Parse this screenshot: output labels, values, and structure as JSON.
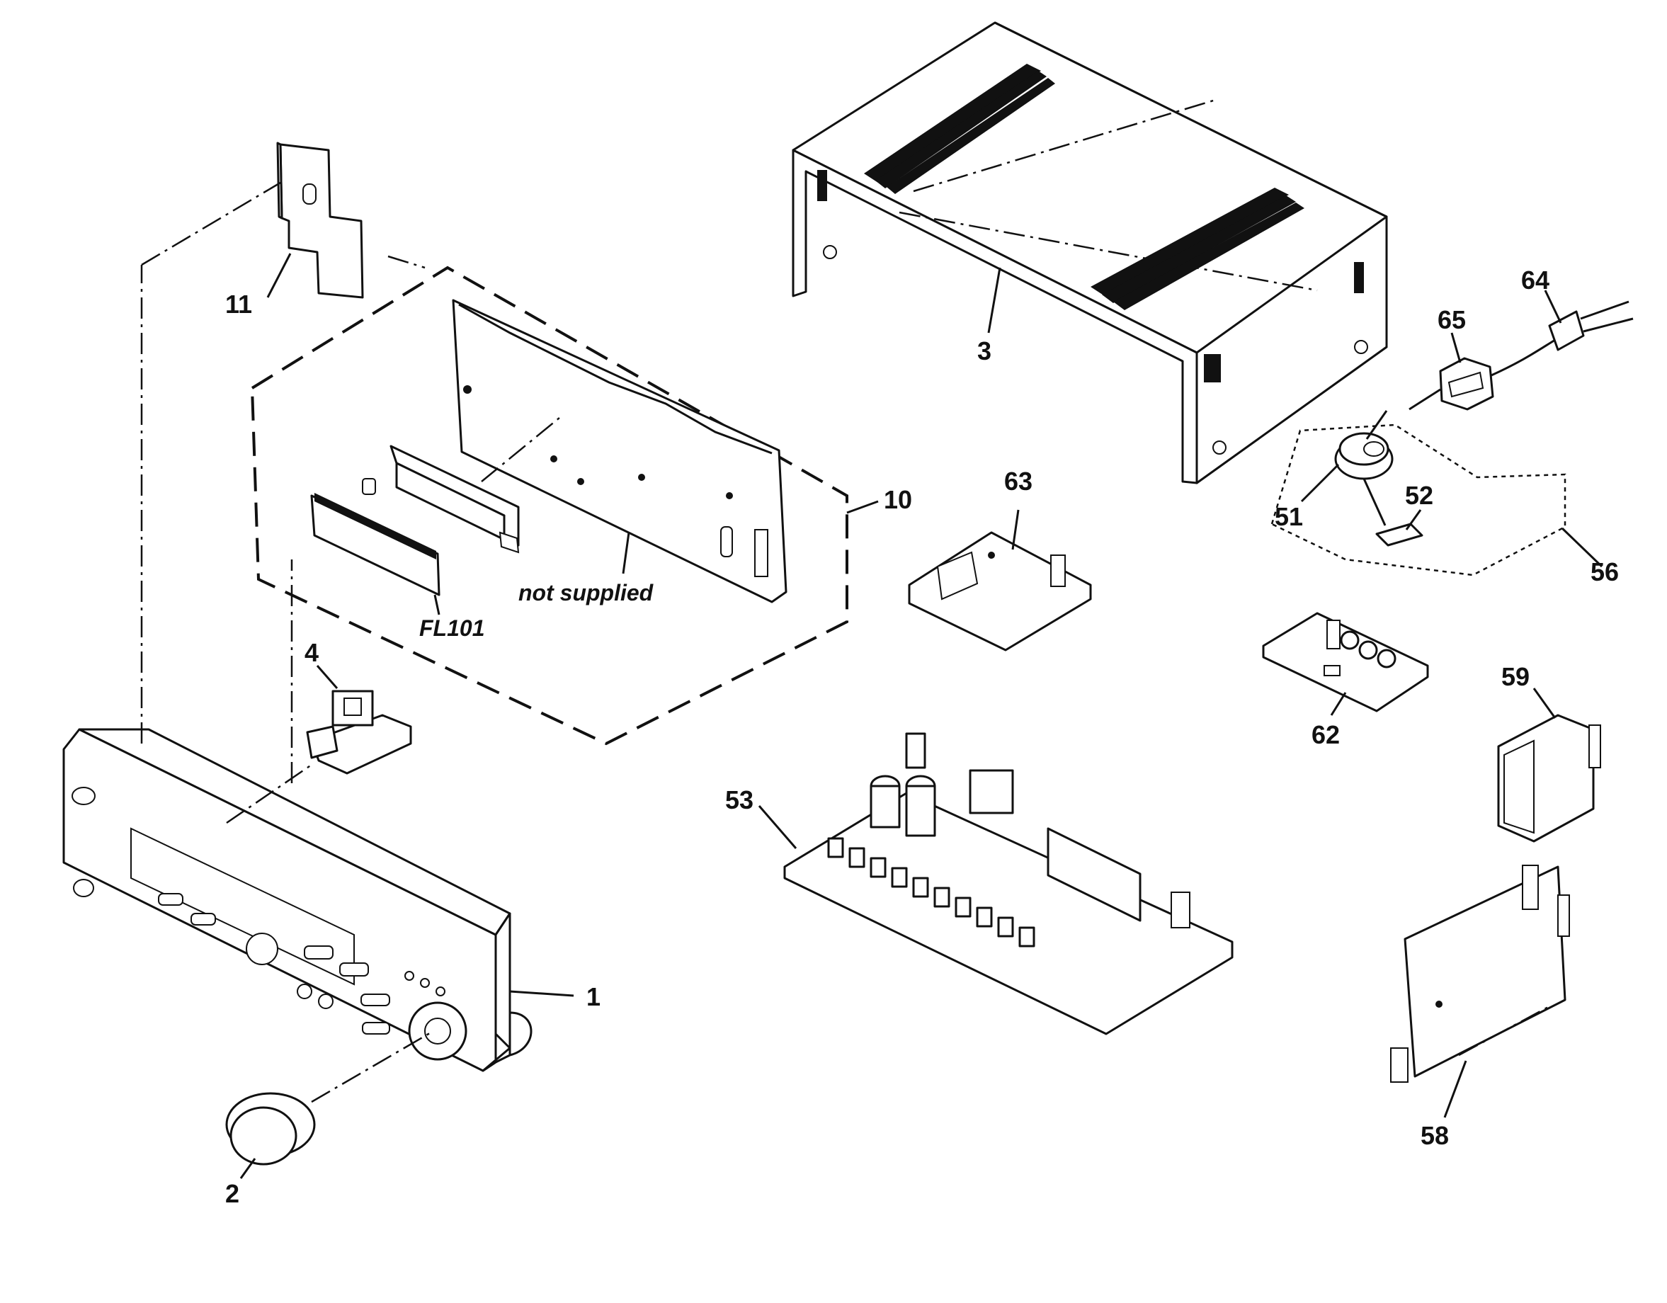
{
  "callouts": {
    "p1": "1",
    "p2": "2",
    "p3": "3",
    "p4": "4",
    "p10": "10",
    "p11": "11",
    "p51": "51",
    "p52": "52",
    "p53": "53",
    "p56": "56",
    "p58": "58",
    "p59": "59",
    "p62": "62",
    "p63": "63",
    "p64": "64",
    "p65": "65"
  },
  "annotations": {
    "fl101": "FL101",
    "not_supplied": "not supplied"
  },
  "colors": {
    "ink": "#111111",
    "paper": "#ffffff"
  }
}
